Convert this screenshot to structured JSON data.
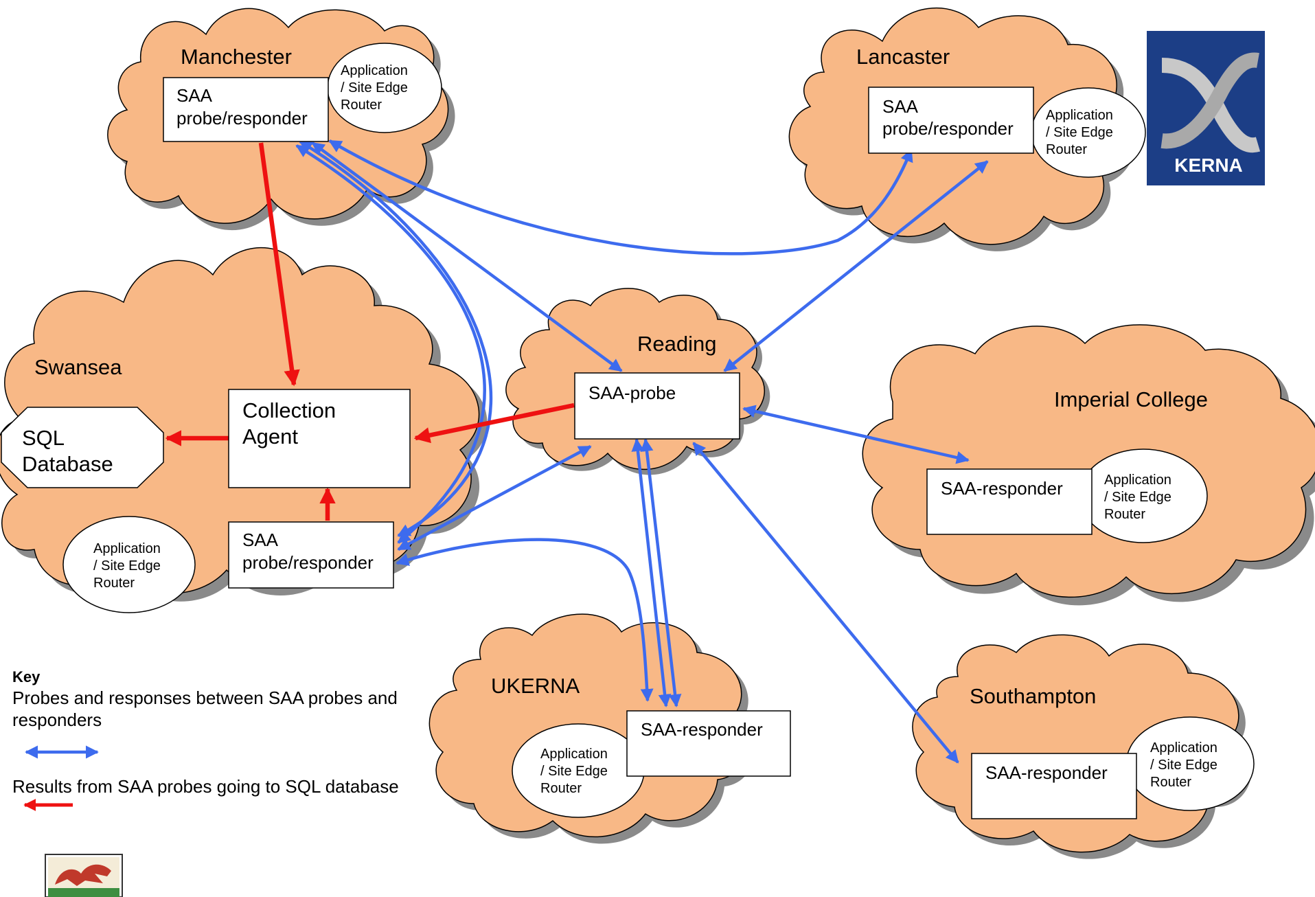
{
  "sites": {
    "manchester": {
      "name": "Manchester",
      "box_line1": "SAA",
      "box_line2": "probe/responder"
    },
    "lancaster": {
      "name": "Lancaster",
      "box_line1": "SAA",
      "box_line2": "probe/responder"
    },
    "swansea": {
      "name": "Swansea",
      "collection_line1": "Collection",
      "collection_line2": "Agent",
      "db_line1": "SQL",
      "db_line2": "Database",
      "box_line1": "SAA",
      "box_line2": "probe/responder"
    },
    "reading": {
      "name": "Reading",
      "box_line1": "SAA-probe"
    },
    "imperial": {
      "name": "Imperial College",
      "box_line1": "SAA-responder"
    },
    "ukerna": {
      "name": "UKERNA",
      "box_line1": "SAA-responder"
    },
    "southampton": {
      "name": "Southampton",
      "box_line1": "SAA-responder"
    }
  },
  "router": {
    "line1": "Application",
    "line2": "/ Site Edge",
    "line3": "Router"
  },
  "legend": {
    "title": "Key",
    "blue_line1": "Probes and responses between  SAA probes and",
    "blue_line2": "responders",
    "red_text": "Results from  SAA probes going to SQL database"
  },
  "logos": {
    "ukerna_logo_text": "KERNA"
  },
  "colors": {
    "cloud_fill": "#F8B886",
    "cloud_shadow": "#8a8a8a",
    "blue_arrow": "#3D6BEE",
    "red_arrow": "#EE1111",
    "logo_bg": "#1C3E86"
  }
}
